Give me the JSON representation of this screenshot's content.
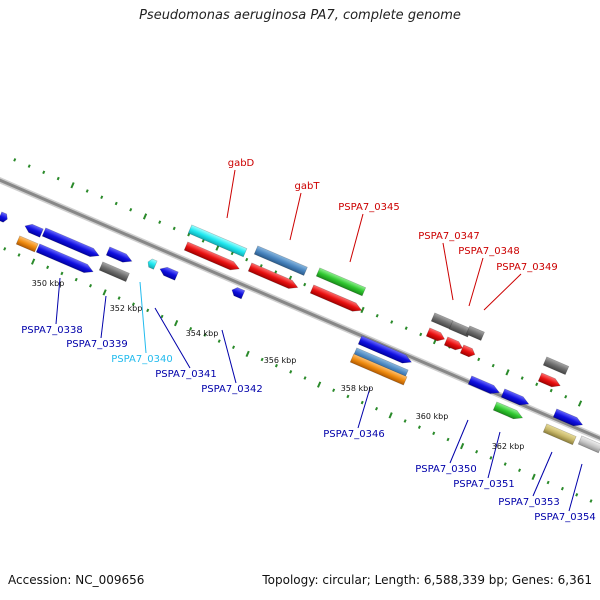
{
  "title": "Pseudomonas aeruginosa PA7, complete genome",
  "footer": {
    "accession": "Accession: NC_009656",
    "topology": "Topology: circular; Length: 6,588,339 bp; Genes: 6,361"
  },
  "scale_labels": [
    "350 kbp",
    "352 kbp",
    "354 kbp",
    "356 kbp",
    "358 kbp",
    "360 kbp",
    "362 kbp"
  ],
  "gene_labels": {
    "upper": [
      {
        "name": "gabD",
        "color": "#cc0000"
      },
      {
        "name": "gabT",
        "color": "#cc0000"
      },
      {
        "name": "PSPA7_0345",
        "color": "#cc0000"
      },
      {
        "name": "PSPA7_0347",
        "color": "#cc0000"
      },
      {
        "name": "PSPA7_0348",
        "color": "#cc0000"
      },
      {
        "name": "PSPA7_0349",
        "color": "#cc0000"
      }
    ],
    "lower": [
      {
        "name": "PSPA7_0338",
        "color": "#0000aa"
      },
      {
        "name": "PSPA7_0339",
        "color": "#0000aa"
      },
      {
        "name": "PSPA7_0340",
        "color": "#22bbee"
      },
      {
        "name": "PSPA7_0341",
        "color": "#0000aa"
      },
      {
        "name": "PSPA7_0342",
        "color": "#0000aa"
      },
      {
        "name": "PSPA7_0346",
        "color": "#0000aa"
      },
      {
        "name": "PSPA7_0350",
        "color": "#0000aa"
      },
      {
        "name": "PSPA7_0351",
        "color": "#0000aa"
      },
      {
        "name": "PSPA7_0353",
        "color": "#0000aa"
      },
      {
        "name": "PSPA7_0354",
        "color": "#0000aa"
      }
    ]
  },
  "feature_colors": {
    "blue": "#1010e0",
    "red": "#e81010",
    "cyan": "#20e8f0",
    "steel": "#4a86c0",
    "green": "#30c830",
    "orange": "#f08c10",
    "gray": "#6e6e6e",
    "khaki": "#c8b86a",
    "silver": "#c8c8c8",
    "backbone": "#888888",
    "tick": "#2a8a2a"
  }
}
